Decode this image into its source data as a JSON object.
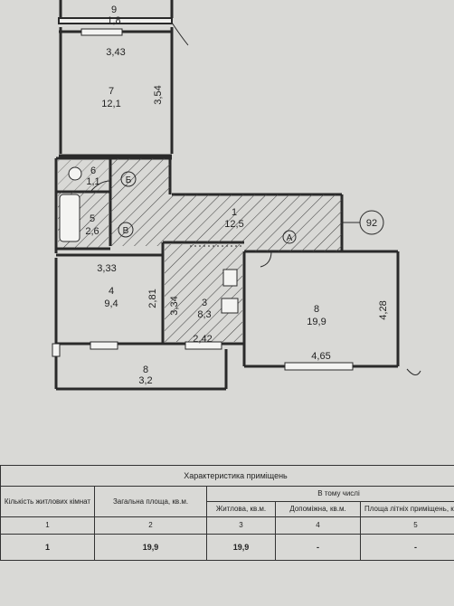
{
  "rooms": [
    {
      "id": "r9",
      "number": "9",
      "area": "1,8"
    },
    {
      "id": "r7",
      "number": "7",
      "area": "12,1"
    },
    {
      "id": "r6",
      "number": "6",
      "area": "1,1"
    },
    {
      "id": "r5",
      "number": "5",
      "area": "2,6"
    },
    {
      "id": "r1",
      "number": "1",
      "area": "12,5"
    },
    {
      "id": "r4",
      "number": "4",
      "area": "9,4"
    },
    {
      "id": "r3",
      "number": "3",
      "area": "8,3"
    },
    {
      "id": "r8a",
      "number": "8",
      "area": "19,9"
    },
    {
      "id": "r8b",
      "number": "8",
      "area": "3,2"
    }
  ],
  "dimensions": [
    "3,43",
    "3,54",
    "3,33",
    "2,81",
    "3,34",
    "2,42",
    "4,28",
    "4,65"
  ],
  "markers": {
    "a": "А",
    "b": "Б",
    "v": "В",
    "circle": "92"
  },
  "table": {
    "title": "Характеристика приміщень",
    "col_rooms": "Кількість житлових кімнат",
    "col_total": "Загальна площа, кв.м.",
    "col_incl": "В тому числі",
    "col_living": "Житлова, кв.м.",
    "col_aux": "Допоміжна, кв.м.",
    "col_summer": "Площа літніх приміщень, кв.м.",
    "idx": [
      "1",
      "2",
      "3",
      "4",
      "5"
    ],
    "values": [
      "1",
      "19,9",
      "19,9",
      "-",
      "-"
    ]
  }
}
